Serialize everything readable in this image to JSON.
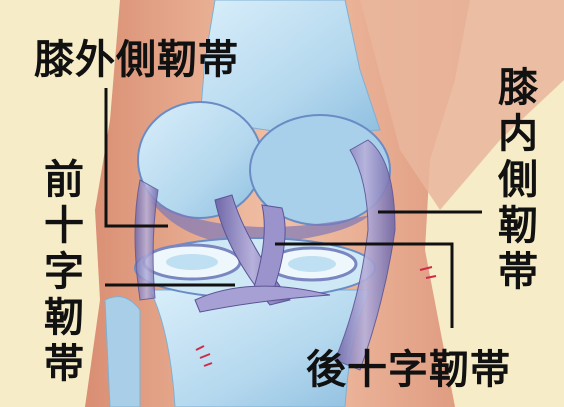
{
  "labels": {
    "lcl": "膝外側靭帯",
    "mcl": "膝内側靭帯",
    "acl": "前十字靭帯",
    "pcl": "後十字靭帯"
  },
  "colors": {
    "background": "#f6ecc7",
    "skin": "#e8a98f",
    "bone": "#b9dcf0",
    "ligament": "#8e86c2",
    "leader_line": "#111111"
  }
}
